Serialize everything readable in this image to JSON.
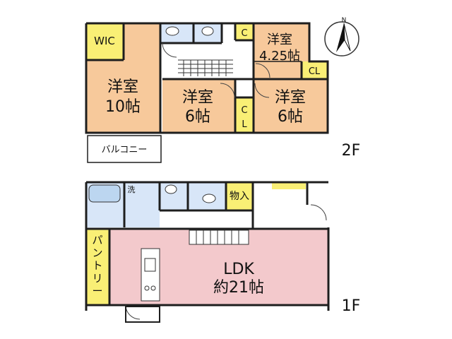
{
  "floors": {
    "second": {
      "label": "2F",
      "rooms": {
        "wic": "WIC",
        "bedroom_west": {
          "name": "洋室",
          "size": "10帖"
        },
        "bedroom_center": {
          "name": "洋室",
          "size": "6帖"
        },
        "bedroom_east": {
          "name": "洋室",
          "size": "6帖"
        },
        "bedroom_north": {
          "name": "洋室",
          "size": "4.25帖"
        },
        "closet_small": "C",
        "closet_east": "CL",
        "closet_center_top": "C",
        "closet_center_bottom": "L",
        "balcony": "バルコニー"
      }
    },
    "first": {
      "label": "1F",
      "rooms": {
        "ldk": {
          "name": "LDK",
          "size": "約21帖"
        },
        "pantry": [
          "パ",
          "ン",
          "ト",
          "リ",
          "ー"
        ],
        "washroom": "洗",
        "storage": "物入"
      }
    }
  },
  "compass": {
    "north_label": "N"
  },
  "colors": {
    "room_orange": "#f7c99b",
    "closet_yellow": "#f9ef75",
    "wet_blue": "#d8e6f8",
    "ldk_pink": "#f3c9cc",
    "wall": "#1e1e1e"
  }
}
